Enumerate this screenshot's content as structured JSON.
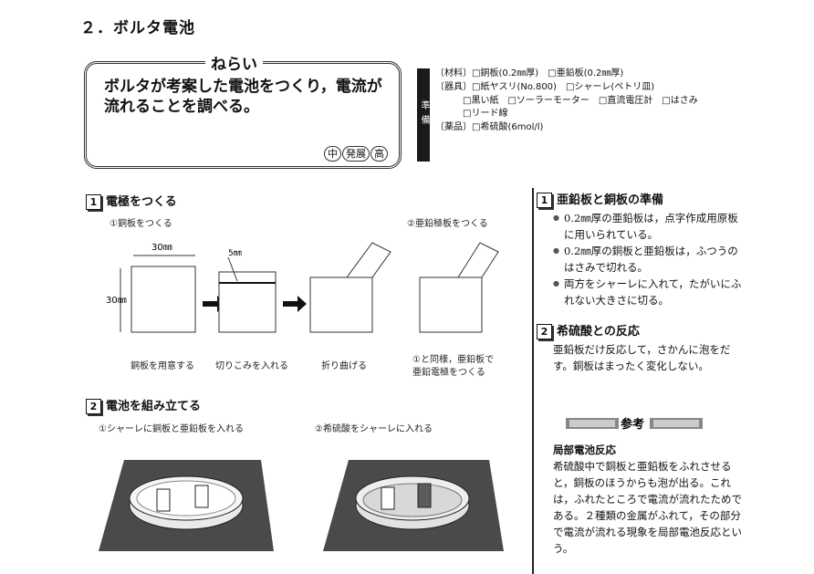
{
  "page_title": "２．ボルタ電池",
  "aim": {
    "heading": "ねらい",
    "text": "ボルタが考案した電池をつくり，電流が流れることを調べる。",
    "badges": [
      "中",
      "発展",
      "高"
    ]
  },
  "prep": {
    "label": "準備",
    "lines": [
      "〔材料〕□銅板(0.2㎜厚)　□亜鉛板(0.2㎜厚)",
      "〔器具〕□紙ヤスリ(No.800)　□シャーレ(ペトリ皿)",
      "　　　□黒い紙　□ソーラーモーター　□直流電圧計　□はさみ",
      "　　　□リード線",
      "〔薬品〕□希硫酸(6mol/l)"
    ]
  },
  "section1": {
    "num": "1",
    "heading": "電極をつくる",
    "sub_left": "①銅板をつくる",
    "sub_right": "②亜鉛極板をつくる",
    "dim_width": "30㎜",
    "dim_height": "30㎜",
    "dim_cut": "5㎜",
    "captions": [
      "銅板を用意する",
      "切りこみを入れる",
      "折り曲げる",
      "①と同様，亜鉛板で\n亜鉛電極をつくる"
    ]
  },
  "section2": {
    "num": "2",
    "heading": "電池を組み立てる",
    "sub_left": "①シャーレに銅板と亜鉛板を入れる",
    "sub_right": "②希硫酸をシャーレに入れる"
  },
  "right": {
    "r1": {
      "num": "1",
      "heading": "亜鉛板と銅板の準備",
      "bullets": [
        "0.2㎜厚の亜鉛板は，点字作成用原板に用いられている。",
        "0.2㎜厚の銅板と亜鉛板は，ふつうのはさみで切れる。",
        "両方をシャーレに入れて，たがいにふれない大きさに切る。"
      ]
    },
    "r2": {
      "num": "2",
      "heading": "希硫酸との反応",
      "text": "亜鉛板だけ反応して，さかんに泡をだす。銅板はまったく変化しない。"
    },
    "sanko": "参考",
    "local": {
      "heading": "局部電池反応",
      "text": "希硫酸中で銅板と亜鉛板をふれさせると，銅板のほうからも泡が出る。これは，ふれたところで電流が流れたためである。２種類の金属がふれて，その部分で電流が流れる現象を局部電池反応という。"
    }
  }
}
